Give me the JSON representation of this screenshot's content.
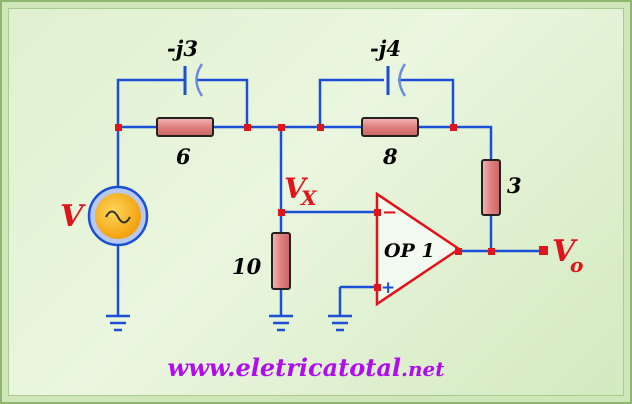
{
  "diagram": {
    "capacitor_1": "-j3",
    "capacitor_2": "-j4",
    "resistor_1": "6",
    "resistor_2": "8",
    "resistor_3": "3",
    "resistor_4": "10",
    "source_label": "V",
    "node_label": "V",
    "node_label_sub": "X",
    "opamp_label": "OP 1",
    "opamp_minus": "−",
    "opamp_plus": "+",
    "output_label": "V",
    "output_label_sub": "o"
  },
  "website": {
    "main": "www.eletricatotal",
    "tld": ".net"
  },
  "colors": {
    "wire": "#1a4fd6",
    "resistor": "#e08a8a",
    "source": "#f6b21c",
    "label_red": "#e0141b",
    "node": "#e0141b",
    "url": "#b10cf0"
  }
}
